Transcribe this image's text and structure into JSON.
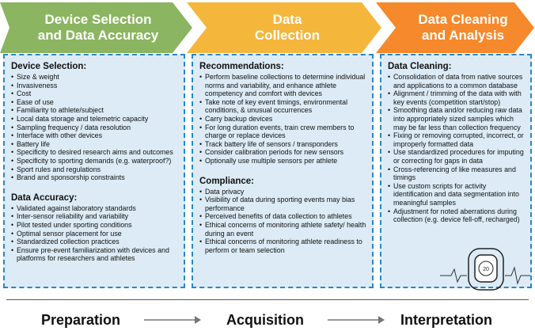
{
  "stages": [
    {
      "title_line1": "Device Selection",
      "title_line2": "and Data Accuracy",
      "color": "#8bb560"
    },
    {
      "title_line1": "Data",
      "title_line2": "Collection",
      "color": "#f5b63c"
    },
    {
      "title_line1": "Data Cleaning",
      "title_line2": "and Analysis",
      "color": "#f5892b"
    }
  ],
  "panel1": {
    "heading1": "Device Selection:",
    "items1": [
      "Size & weight",
      "Invasiveness",
      "Cost",
      "Ease of use",
      "Familiarity to athlete/subject",
      "Local data storage and telemetric capacity",
      "Sampling frequency / data resolution",
      "Interface with other devices",
      "Battery life",
      "Specificity to desired research aims and outcomes",
      "Specificity to sporting demands  (e.g. waterproof?)",
      "Sport rules and regulations",
      "Brand and sponsorship constraints"
    ],
    "heading2": "Data Accuracy:",
    "items2": [
      "Validated against laboratory standards",
      "Inter-sensor reliability and variability",
      "Pilot tested under sporting conditions",
      "Optimal sensor placement for use",
      "Standardized collection practices",
      "Ensure pre-event familiarization with devices and platforms for researchers and athletes"
    ]
  },
  "panel2": {
    "heading1": "Recommendations:",
    "items1": [
      "Perform baseline collections to determine individual norms and variability, and enhance athlete competency and comfort with devices",
      "Take note of key event timings, environmental conditions, & unusual occurrences",
      "Carry backup devices",
      "For long duration events, train crew members to charge or replace devices",
      "Track battery life of sensors / transponders",
      "Consider calibration periods for new sensors",
      "Optionally use multiple sensors per athlete"
    ],
    "heading2": "Compliance:",
    "items2": [
      "Data privacy",
      "Visibility of data during sporting events may bias performance",
      "Perceived benefits of data collection to athletes",
      "Ethical concerns of monitoring athlete safety/ health during an event",
      "Ethical concerns of monitoring athlete readiness to perform or team selection"
    ]
  },
  "panel3": {
    "heading1": "Data Cleaning:",
    "items1": [
      "Consolidation of data from native sources and applications to a common database",
      "Alignment / trimming of the data with with key events (competition start/stop)",
      "Smoothing data and/or reducing raw data into appropriately sized samples which may be far less than collection frequency",
      "Fixing or removing corrupted, incorrect, or improperly formatted data",
      "Use standardized procedures for imputing or correcting for gaps in data",
      "Cross-referencing of like measures and timings",
      "Use custom scripts for activity identification and data segmentation into meaningful samples",
      "Adjustment for noted aberrations during collection (e.g. device fell-off, recharged)"
    ]
  },
  "watch": {
    "time_display": "20"
  },
  "footer": {
    "stage1": "Preparation",
    "stage2": "Acquisition",
    "stage3": "Interpretation"
  },
  "colors": {
    "panel_fill": "#dcebf5",
    "panel_border": "#2b86c5",
    "arrow": "#777777"
  }
}
